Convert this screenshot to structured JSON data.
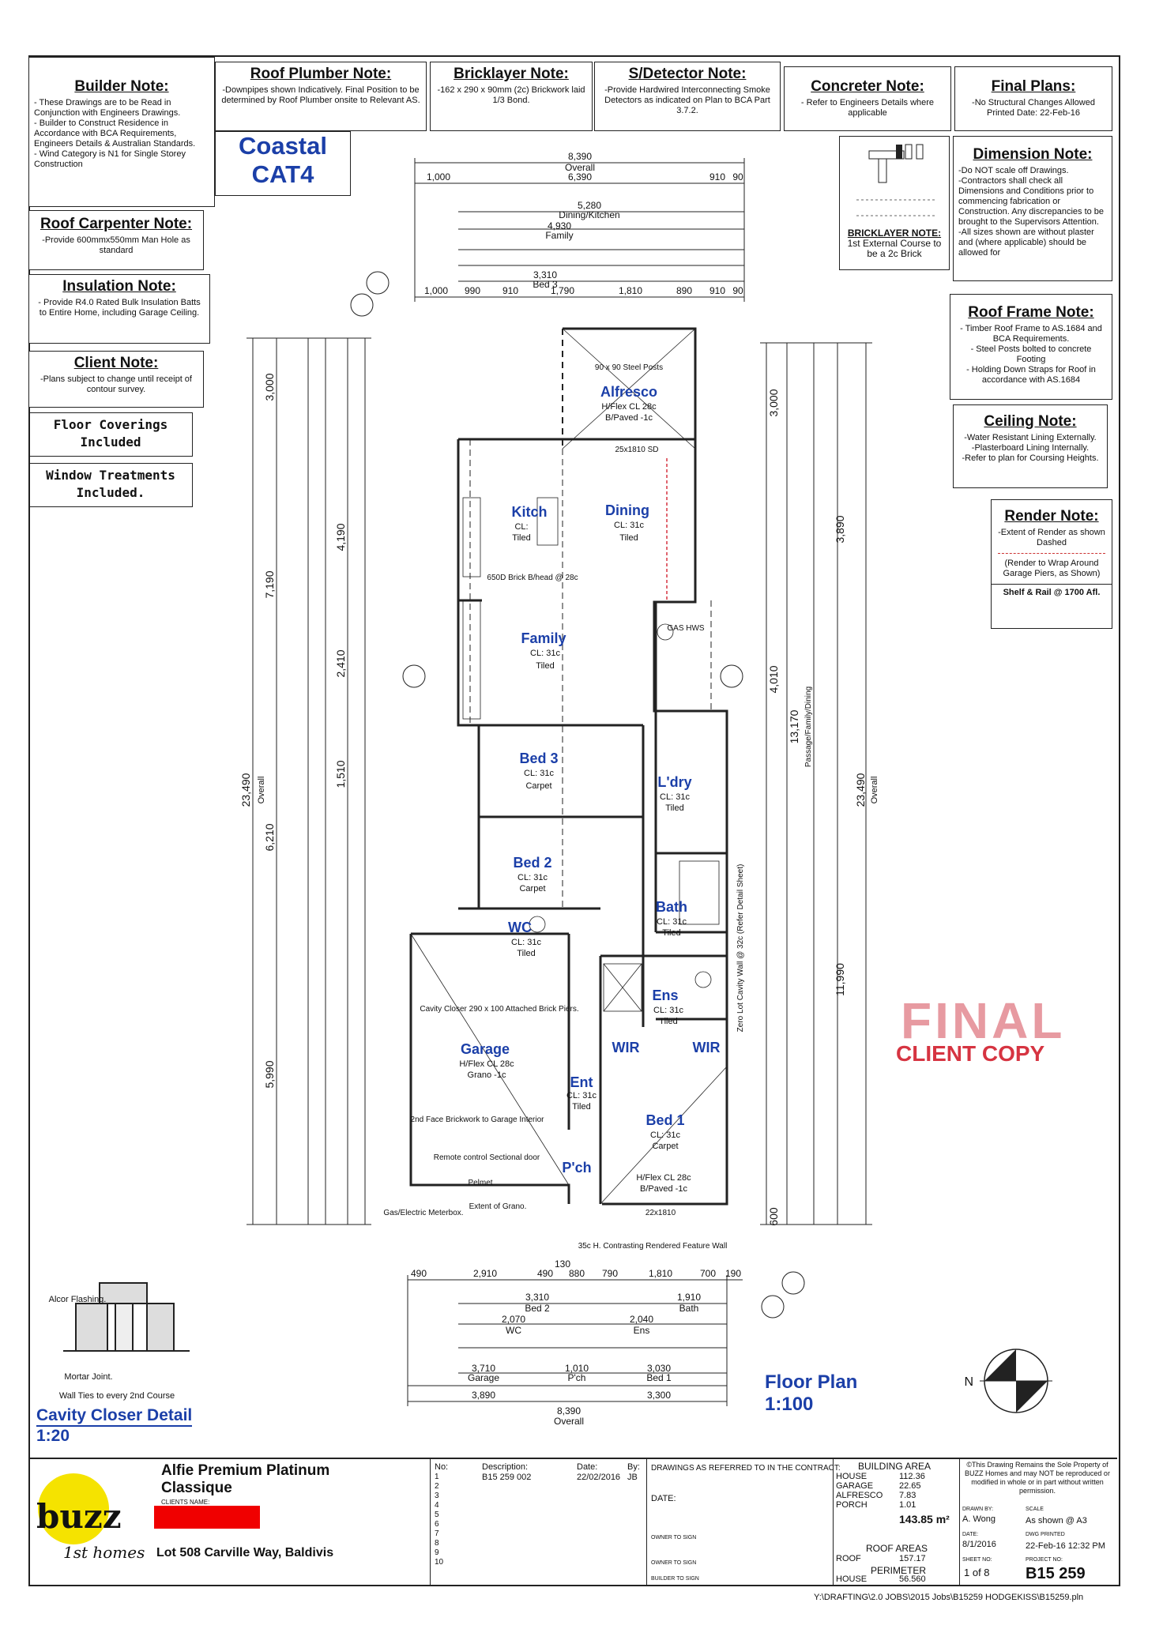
{
  "notes": {
    "builder": {
      "title": "Builder Note:",
      "body": "- These Drawings are to be Read in Conjunction with Engineers Drawings.\n- Builder to Construct Residence in Accordance with BCA Requirements, Engineers Details & Australian Standards.\n- Wind Category is N1 for Single Storey Construction"
    },
    "roof_plumber": {
      "title": "Roof Plumber Note:",
      "body": "-Downpipes shown Indicatively. Final Position to be determined by Roof Plumber onsite to Relevant AS."
    },
    "bricklayer": {
      "title": "Bricklayer Note:",
      "body": "-162 x 290 x 90mm (2c) Brickwork laid 1/3 Bond."
    },
    "sdetector": {
      "title": "S/Detector Note:",
      "body": "-Provide Hardwired Interconnecting Smoke Detectors as indicated on Plan to BCA Part 3.7.2."
    },
    "concreter": {
      "title": "Concreter Note:",
      "body": "- Refer to Engineers Details where applicable"
    },
    "final_plans": {
      "title": "Final Plans:",
      "body": "-No Structural Changes Allowed\nPrinted Date: 22-Feb-16"
    },
    "roof_carpenter": {
      "title": "Roof Carpenter Note:",
      "body": "-Provide 600mmx550mm Man Hole as standard"
    },
    "insulation": {
      "title": "Insulation Note:",
      "body": "- Provide R4.0 Rated Bulk Insulation Batts to Entire Home, including Garage Ceiling."
    },
    "client": {
      "title": "Client Note:",
      "body": "-Plans subject to change until receipt of contour survey."
    },
    "dimension": {
      "title": "Dimension Note:",
      "body": "-Do NOT scale off Drawings.\n-Contractors shall check all Dimensions and Conditions prior to commencing fabrication or Construction. Any discrepancies to be brought to the Supervisors Attention.\n-All sizes shown are without plaster and (where applicable) should be allowed for"
    },
    "roof_frame": {
      "title": "Roof Frame Note:",
      "body": "- Timber Roof Frame to AS.1684 and BCA Requirements.\n- Steel Posts bolted to concrete Footing\n- Holding Down Straps for Roof in accordance with AS.1684"
    },
    "ceiling": {
      "title": "Ceiling Note:",
      "body": "-Water Resistant Lining Externally.\n-Plasterboard Lining Internally.\n-Refer to plan for Coursing Heights."
    },
    "render": {
      "title": "Render Note:",
      "body": "-Extent of Render as shown Dashed",
      "extra": "(Render to Wrap Around Garage Piers, as Shown)",
      "shelf": "Shelf & Rail @ 1700 Afl."
    },
    "bricklayer_box": {
      "title": "BRICKLAYER NOTE:",
      "body": "1st External Course to be a 2c Brick"
    },
    "floor_coverings": "Floor Coverings Included",
    "window_treatments": "Window Treatments Included."
  },
  "coastal": {
    "line1": "Coastal",
    "line2": "CAT4"
  },
  "stamp": {
    "final": "FINAL",
    "client_copy": "CLIENT COPY"
  },
  "titles": {
    "floor_plan": "Floor Plan",
    "floor_scale": "1:100",
    "cavity": "Cavity Closer Detail",
    "cavity_scale": "1:20"
  },
  "cavity_labels": {
    "alcor": "Alcor Flashing.",
    "mortar": "Mortar Joint.",
    "wall_ties": "Wall Ties to every 2nd Course"
  },
  "rooms": [
    {
      "name": "Alfresco",
      "cl": "H/Flex CL 28c",
      "finish": "B/Paved -1c"
    },
    {
      "name": "Kitch",
      "cl": "CL:",
      "finish": "Tiled"
    },
    {
      "name": "Dining",
      "cl": "CL: 31c",
      "finish": "Tiled"
    },
    {
      "name": "Family",
      "cl": "CL: 31c",
      "finish": "Tiled"
    },
    {
      "name": "Bed 3",
      "cl": "CL: 31c",
      "finish": "Carpet"
    },
    {
      "name": "Bed 2",
      "cl": "CL: 31c",
      "finish": "Carpet"
    },
    {
      "name": "L'dry",
      "cl": "CL: 31c",
      "finish": "Tiled"
    },
    {
      "name": "Bath",
      "cl": "CL: 31c",
      "finish": "Tiled"
    },
    {
      "name": "WC",
      "cl": "CL: 31c",
      "finish": "Tiled"
    },
    {
      "name": "Ens",
      "cl": "CL: 31c",
      "finish": "Tiled"
    },
    {
      "name": "Garage",
      "cl": "H/Flex CL 28c",
      "finish": "Grano -1c"
    },
    {
      "name": "Ent",
      "cl": "CL: 31c",
      "finish": "Tiled"
    },
    {
      "name": "Bed 1",
      "cl": "CL: 31c",
      "finish": "Carpet"
    },
    {
      "name": "P'ch",
      "cl": "H/Flex CL 28c",
      "finish": "B/Paved -1c"
    }
  ],
  "wir": [
    "WIR",
    "WIR"
  ],
  "plan_annotations": {
    "steel_posts": "90 x 90 Steel Posts",
    "brick_bhead": "650D Brick B/head @ 28c",
    "gas_hws": "GAS HWS",
    "cavity_closer": "Cavity Closer 290 x 100 Attached Brick Piers.",
    "second_face": "2nd Face Brickwork to Garage Interior",
    "remote": "Remote control Sectional door",
    "gas_meter": "Gas/Electric Meterbox.",
    "grano": "Extent of Grano.",
    "feature_wall": "35c H. Contrasting Rendered Feature Wall",
    "zero_lot": "Zero Lot Cavity Wall @ 32c (Refer Detail Sheet)",
    "pelmet": "Pelmet",
    "window_top": "25x1810 SD",
    "window_bed1": "22x1810"
  },
  "dims_top": {
    "overall": "8,390",
    "overall_label": "Overall",
    "total": "6,390",
    "left": "1,000",
    "right1": "910",
    "right2": "90",
    "row_dk": "5,280",
    "dk_label": "Dining/Kitchen",
    "family_w": "4,930",
    "family_label": "Family",
    "bed3_w": "3,310",
    "bed3_label": "Bed 3",
    "bottom": [
      "1,000",
      "990",
      "910",
      "1,790",
      "1,810",
      "890",
      "910",
      "90"
    ]
  },
  "dims_bottom": {
    "top": [
      "490",
      "2,910",
      "490",
      "880",
      "790",
      "1,810",
      "700",
      "190"
    ],
    "mid130": "130",
    "bed2": "3,310",
    "bed2_label": "Bed 2",
    "bath": "1,910",
    "bath_label": "Bath",
    "wc": "2,070",
    "wc_label": "WC",
    "ens": "2,040",
    "ens_label": "Ens",
    "garage": "3,710",
    "garage_label": "Garage",
    "bed1": "3,030",
    "bed1_label": "Bed 1",
    "garage2": "3,890",
    "pch": "1,010",
    "pch_label": "P'ch",
    "bed1b": "3,300",
    "overall": "8,390",
    "overall_label": "Overall"
  },
  "dims_left": {
    "overall": "23,490",
    "overall_label": "Overall",
    "d1": "3,000",
    "d2": "7,190",
    "d3": "6,210",
    "d4": "5,990",
    "d5": "4,190",
    "d6": "2,410",
    "d7": "1,510"
  },
  "dims_right": {
    "overall": "23,490",
    "overall_label": "Overall",
    "d1": "3,000",
    "d2": "3,890",
    "d3": "4,010",
    "d4": "11,990",
    "d5": "13,170",
    "d5_label": "Passage/Family/Dining",
    "d6": "600"
  },
  "title_block": {
    "design": "Alfie Premium Platinum Classique",
    "clients_label": "CLIENTS NAME:",
    "address": "Lot 508 Carville Way, Baldivis",
    "logo_main": "buzz",
    "logo_sub": "1st homes",
    "rev_headers": [
      "No:",
      "Description:",
      "Date:",
      "By:"
    ],
    "rev_row": {
      "no": "1",
      "desc": "B15 259 002",
      "date": "22/02/2016",
      "by": "JB"
    },
    "rev_nums": [
      "1",
      "2",
      "3",
      "4",
      "5",
      "6",
      "7",
      "8",
      "9",
      "10"
    ],
    "contract": "DRAWINGS AS REFERRED TO IN THE CONTRACT:",
    "date_label": "DATE:",
    "owner_sign": "OWNER TO SIGN",
    "builder_sign": "BUILDER TO SIGN",
    "building_area": "BUILDING AREA",
    "areas": [
      {
        "k": "HOUSE",
        "v": "112.36"
      },
      {
        "k": "GARAGE",
        "v": "22.65"
      },
      {
        "k": "ALFRESCO",
        "v": "7.83"
      },
      {
        "k": "PORCH",
        "v": "1.01"
      }
    ],
    "total_area": "143.85 m²",
    "perimeter": "PERIMETER",
    "roof_areas": "ROOF AREAS",
    "roof": {
      "k": "ROOF",
      "v": "157.17"
    },
    "house_perim": {
      "k": "HOUSE",
      "v": "56.560"
    },
    "copyright": "©This Drawing Remains the Sole Property of BUZZ Homes and may NOT be reproduced or modified in whole or in part without written permission.",
    "drawn_label": "DRAWN BY:",
    "drawn": "A. Wong",
    "scale_label": "SCALE",
    "scale": "As shown @ A3",
    "date2_label": "DATE:",
    "date2": "8/1/2016",
    "printed_label": "DWG PRINTED",
    "printed": "22-Feb-16  12:32 PM",
    "sheet_label": "SHEET NO:",
    "sheet": "1 of 8",
    "project_label": "PROJECT NO:",
    "project": "B15 259"
  },
  "file_path": "Y:\\DRAFTING\\2.0 JOBS\\2015 Jobs\\B15259 HODGEKISS\\B15259.pln",
  "colors": {
    "blue": "#1b3fa8",
    "stamp_red": "#d63441",
    "stamp_pink": "#e79aa1",
    "redact": "#f00000"
  }
}
